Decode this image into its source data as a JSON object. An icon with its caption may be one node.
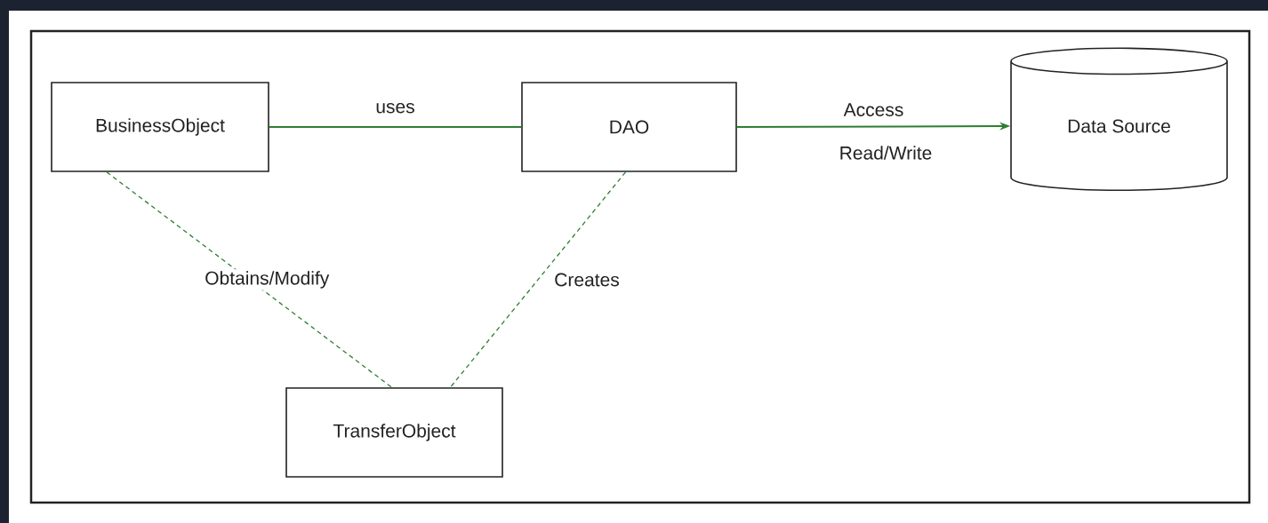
{
  "diagram": {
    "nodes": [
      {
        "text": [
          "BusinessObject"
        ]
      },
      {
        "text": [
          "DAO"
        ]
      },
      {
        "text": [
          "Data Source"
        ]
      },
      {
        "text": [
          "TransferObject"
        ]
      }
    ],
    "edges": [
      {
        "from": 0,
        "to": 1,
        "arrow": "none",
        "label": "uses"
      },
      {
        "from": 1,
        "to": 2,
        "arrow": "to",
        "label": "Access"
      },
      {
        "from": 0,
        "to": 3,
        "arrow": "none",
        "label": "Obtains/Modify",
        "style": "dashed"
      },
      {
        "from": 1,
        "to": 3,
        "arrow": "none",
        "label": "Creates",
        "style": "dashed"
      }
    ],
    "labels": [
      "Read/Write"
    ]
  }
}
